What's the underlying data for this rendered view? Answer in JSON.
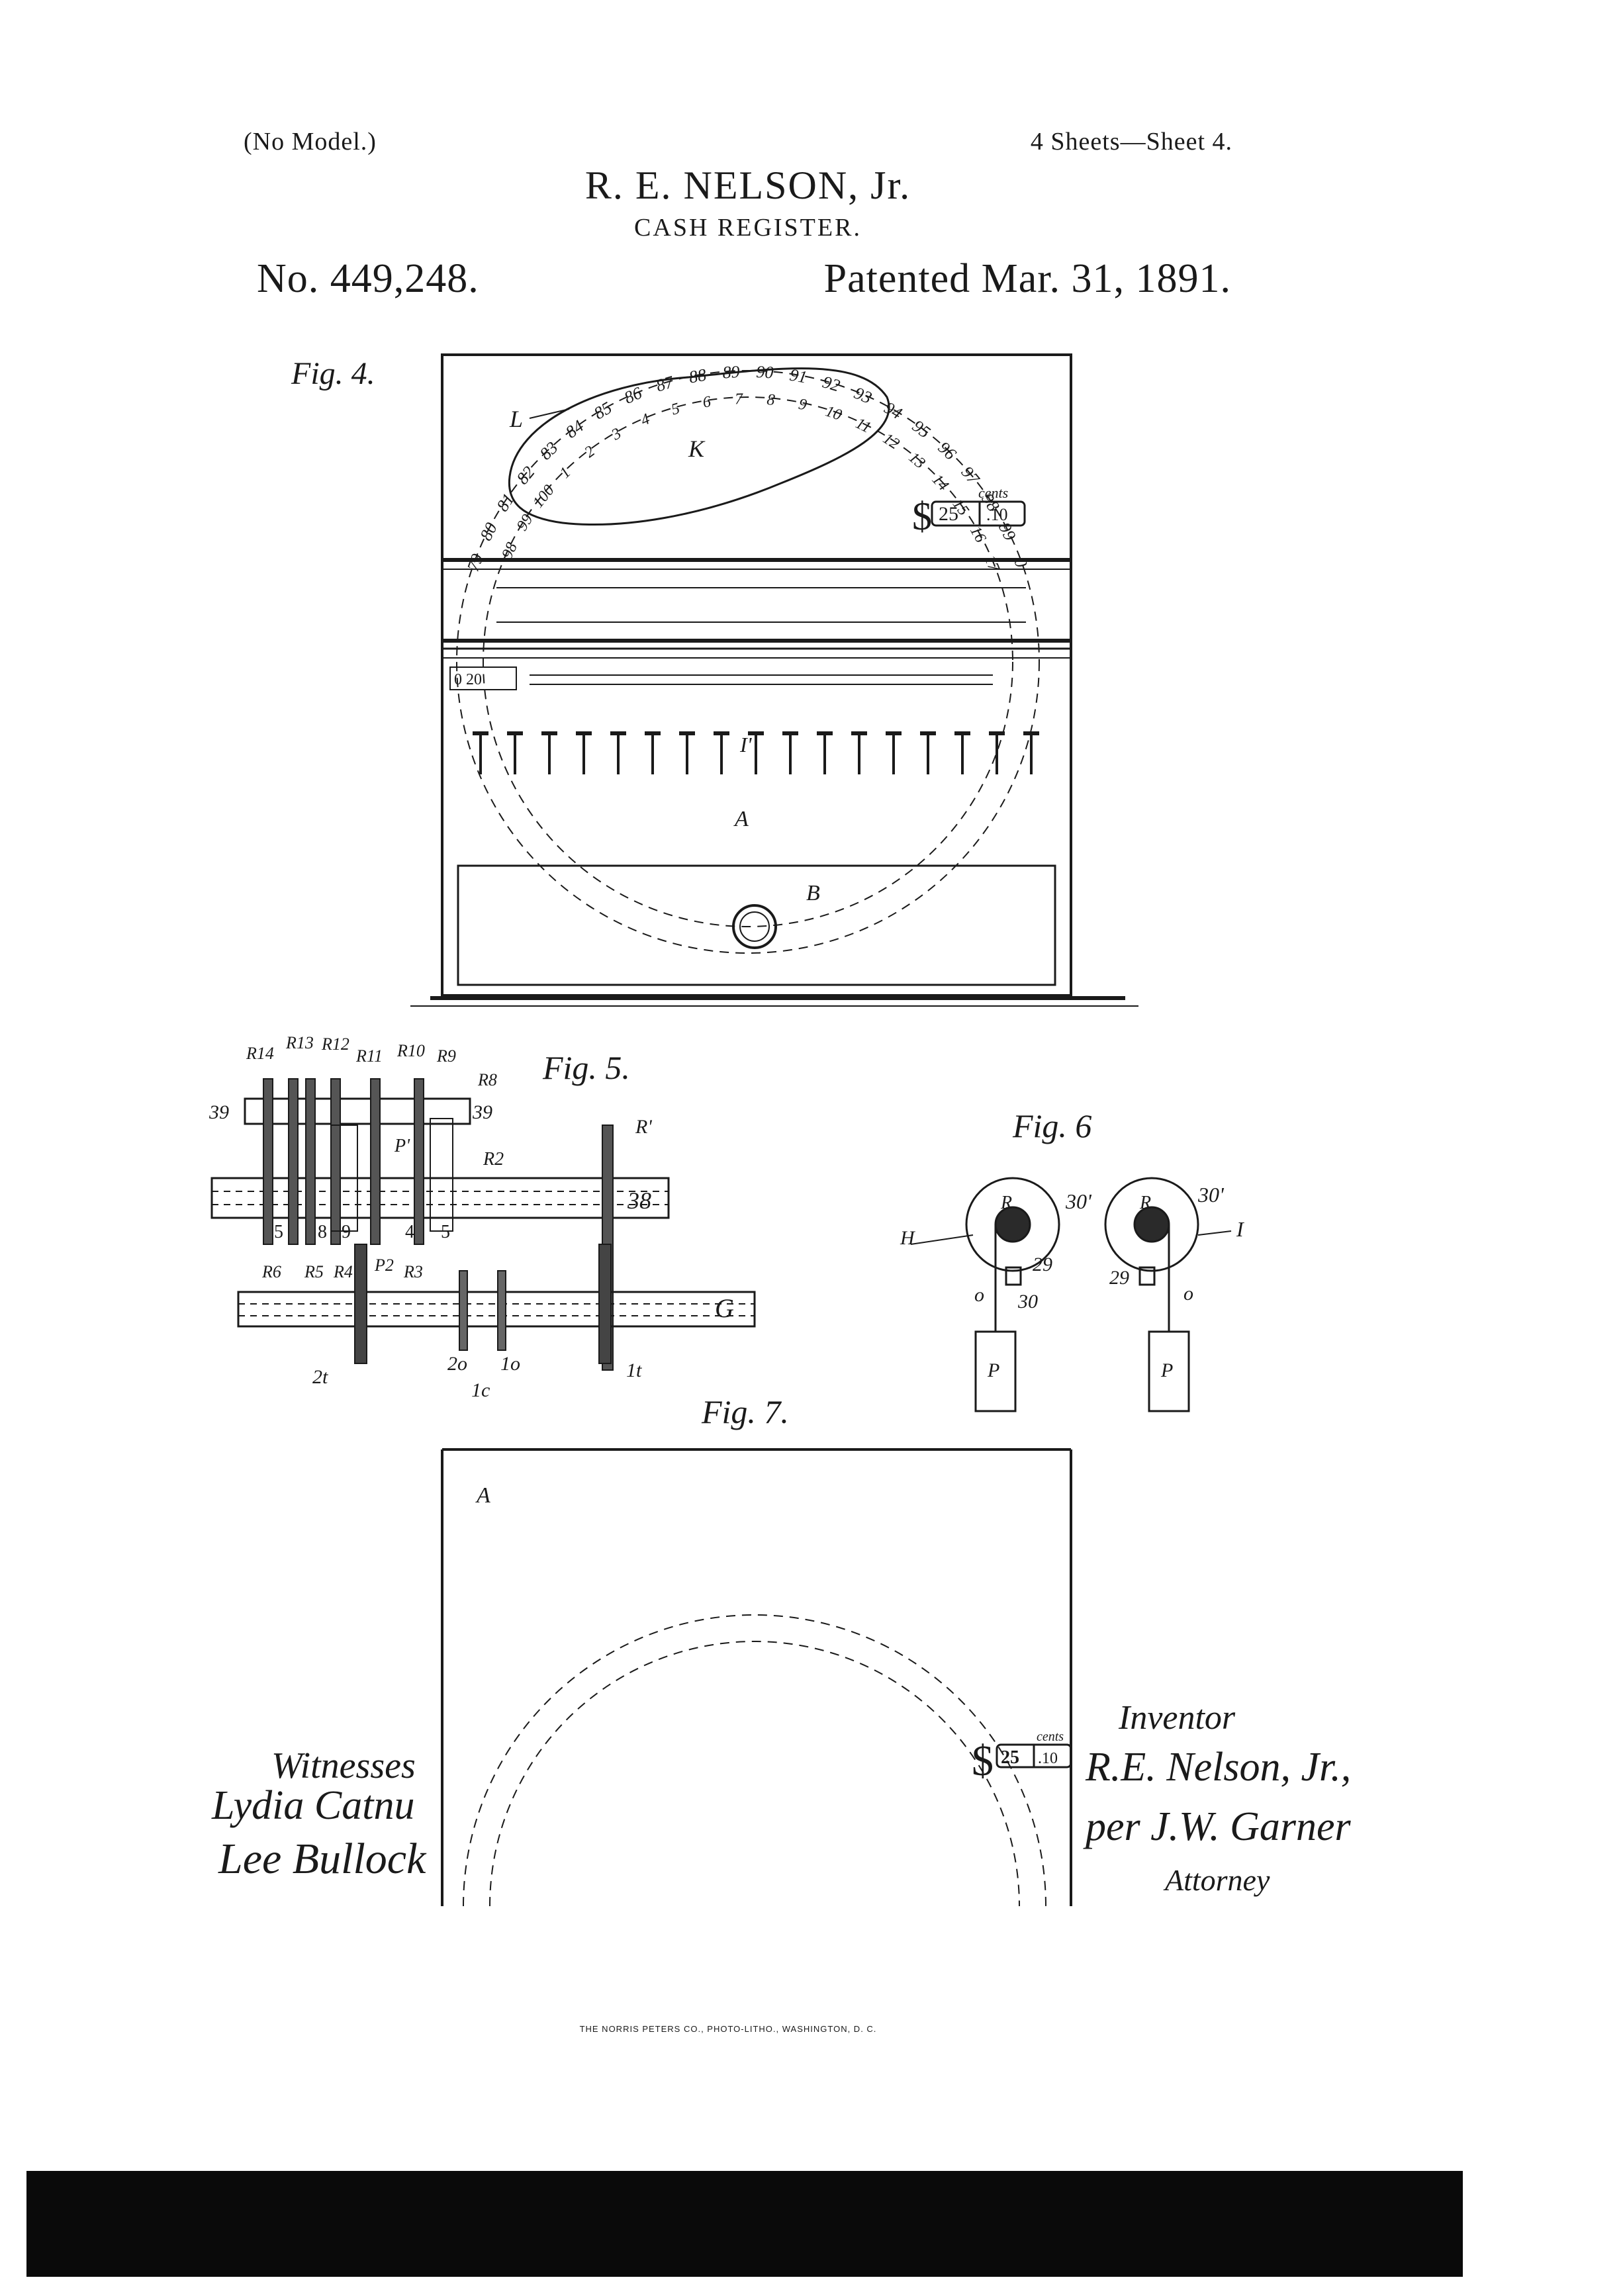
{
  "header": {
    "model_note": "(No Model.)",
    "sheet_info": "4 Sheets—Sheet 4.",
    "inventor": "R. E. NELSON, Jr.",
    "title": "CASH REGISTER.",
    "patent_number": "No. 449,248.",
    "patent_date": "Patented Mar. 31, 1891."
  },
  "figures": {
    "fig4": {
      "label": "Fig. 4.",
      "ref_L": "L",
      "ref_K": "K",
      "ref_I1": "I'",
      "ref_A": "A",
      "ref_B": "B",
      "dollar_sign": "$",
      "dollar_value": "25",
      "cents_value": ".10",
      "cents_label": "cents",
      "small_window": "0  20"
    },
    "fig5": {
      "label": "Fig. 5.",
      "refs_top": [
        "R14",
        "R13",
        "R12",
        "R11",
        "R10",
        "R9",
        "R8"
      ],
      "ref_39a": "39",
      "ref_39b": "39",
      "ref_R1": "R'",
      "ref_R2": "R2",
      "ref_P1": "P'",
      "ref_38": "38",
      "ref_G": "G",
      "refs_bottom": [
        "R6",
        "R5",
        "R4",
        "P2",
        "R3"
      ],
      "wheel_digits": [
        "5",
        "8",
        "9",
        "4",
        "5"
      ],
      "ref_2t": "2t",
      "ref_2o": "2o",
      "ref_1o": "1o",
      "ref_1t": "1t",
      "ref_1c": "1c"
    },
    "fig6": {
      "label": "Fig. 6",
      "left_ref_H": "H",
      "left_ref_R": "R",
      "left_ref_30p": "30'",
      "left_ref_29": "29",
      "left_ref_30": "30",
      "left_ref_o": "o",
      "left_ref_P": "P",
      "right_ref_R": "R",
      "right_ref_30p": "30'",
      "right_ref_I": "I",
      "right_ref_29": "29",
      "right_ref_o": "o",
      "right_ref_P": "P"
    },
    "fig7": {
      "label": "Fig. 7.",
      "ref_A": "A",
      "dollar_sign": "$",
      "dollar_value": "25",
      "cents_value": ".10",
      "cents_label": "cents"
    }
  },
  "dial_numbers": [
    "79",
    "80",
    "81",
    "82",
    "83",
    "84",
    "85",
    "86",
    "87",
    "88",
    "89",
    "90",
    "91",
    "92",
    "93",
    "94",
    "95",
    "96",
    "97",
    "98",
    "99",
    "0"
  ],
  "dial_numbers_inner": [
    "98",
    "99",
    "100",
    "1",
    "2",
    "3",
    "4",
    "5",
    "6",
    "7",
    "8",
    "9",
    "10",
    "11",
    "12",
    "13",
    "14",
    "15",
    "16",
    "17"
  ],
  "signatures": {
    "witnesses_label": "Witnesses",
    "witness_1": "Lydia Catnu",
    "witness_2": "Lee Bullock",
    "inventor_label": "Inventor",
    "inventor_sig": "R.E. Nelson, Jr.,",
    "per_attorney": "per J.W. Garner",
    "attorney_label": "Attorney"
  },
  "printer_note": "THE NORRIS PETERS CO., PHOTO-LITHO., WASHINGTON, D. C."
}
